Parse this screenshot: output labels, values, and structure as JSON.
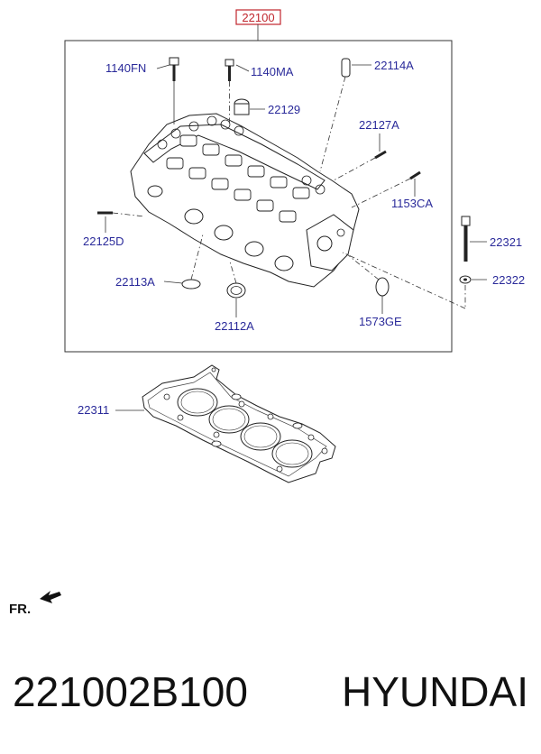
{
  "diagram": {
    "main_part": "22100",
    "accent_color": "#c0262d",
    "label_color": "#2a2a9a",
    "labels": {
      "l1140FN": "1140FN",
      "l1140MA": "1140MA",
      "l22114A": "22114A",
      "l22129": "22129",
      "l22127A": "22127A",
      "l1153CA": "1153CA",
      "l22125D": "22125D",
      "l22321": "22321",
      "l22322": "22322",
      "l22113A": "22113A",
      "l22112A": "22112A",
      "l1573GE": "1573GE",
      "l22311": "22311"
    },
    "direction_label": "FR."
  },
  "footer": {
    "part_number": "221002B100",
    "brand": "HYUNDAI"
  }
}
